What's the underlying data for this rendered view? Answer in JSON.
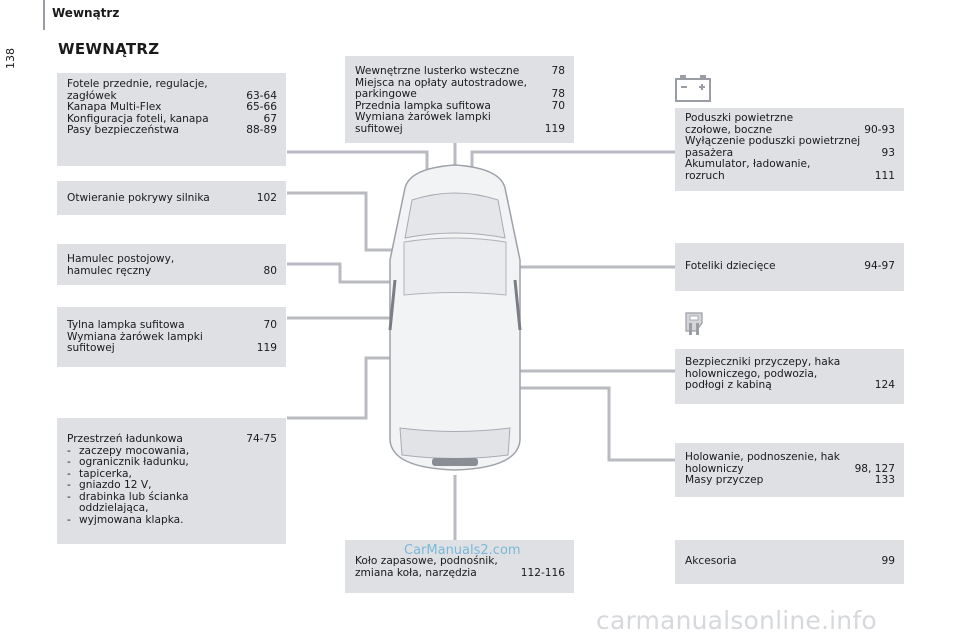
{
  "header": {
    "section": "Wewnątrz",
    "page_number": "138",
    "title": "WEWNĄTRZ"
  },
  "boxes": {
    "seats": {
      "items": [
        {
          "text": "Fotele przednie, regulacje,\n   zagłówek",
          "page": "63-64"
        },
        {
          "text": "Kanapa Multi-Flex",
          "page": "65-66"
        },
        {
          "text": "Konfiguracja foteli, kanapa",
          "page": "67"
        },
        {
          "text": "Pasy bezpieczeństwa",
          "page": "88-89"
        }
      ]
    },
    "bonnet": {
      "items": [
        {
          "text": "Otwieranie pokrywy silnika",
          "page": "102"
        }
      ]
    },
    "handbrake": {
      "items": [
        {
          "text": "Hamulec postojowy,\n   hamulec ręczny",
          "page": "80"
        }
      ]
    },
    "rear_lamp": {
      "items": [
        {
          "text": "Tylna lampka sufitowa",
          "page": "70"
        },
        {
          "text": "Wymiana żarówek lampki\n   sufitowej",
          "page": "119"
        }
      ]
    },
    "cargo": {
      "head": {
        "text": "Przestrzeń ładunkowa",
        "page": "74-75"
      },
      "list": [
        "zaczepy mocowania,",
        "ogranicznik ładunku,",
        "tapicerka,",
        "gniazdo 12 V,",
        "drabinka lub ścianka\n   oddzielająca,",
        "wyjmowana klapka."
      ]
    },
    "mirror": {
      "items": [
        {
          "text": "Wewnętrzne lusterko wsteczne",
          "page": "78"
        },
        {
          "text": "Miejsca na opłaty autostradowe,\n   parkingowe",
          "page": "78"
        },
        {
          "text": "Przednia lampka sufitowa",
          "page": "70"
        },
        {
          "text": "Wymiana żarówek lampki\n   sufitowej",
          "page": "119"
        }
      ]
    },
    "spare": {
      "items": [
        {
          "text": "Koło zapasowe, podnośnik,\n   zmiana koła, narzędzia",
          "page": "112-116"
        }
      ]
    },
    "airbags": {
      "items": [
        {
          "text": "Poduszki powietrzne\n   czołowe, boczne",
          "page": "90-93"
        },
        {
          "text": "Wyłączenie poduszki powietrznej\n   pasażera",
          "page": "93"
        },
        {
          "text": "Akumulator, ładowanie,\n   rozruch",
          "page": "111"
        }
      ]
    },
    "child_seats": {
      "items": [
        {
          "text": "Foteliki dziecięce",
          "page": "94-97"
        }
      ]
    },
    "fuses": {
      "items": [
        {
          "text": "Bezpieczniki przyczepy, haka\n   holowniczego, podwozia,\n   podłogi z kabiną",
          "page": "124"
        }
      ]
    },
    "towing": {
      "items": [
        {
          "text": "Holowanie, podnoszenie, hak\n   holowniczy",
          "page": "98, 127"
        },
        {
          "text": "Masy przyczep",
          "page": "133"
        }
      ]
    },
    "accessories": {
      "items": [
        {
          "text": "Akcesoria",
          "page": "99"
        }
      ]
    }
  },
  "icons": {
    "battery": "battery-icon",
    "fuse": "fuse-icon"
  },
  "colors": {
    "box_bg": "#dfe0e4",
    "leader_line": "#b7b9bf"
  },
  "watermark": "CarManuals2.com",
  "footer": "carmanualsonline.info"
}
